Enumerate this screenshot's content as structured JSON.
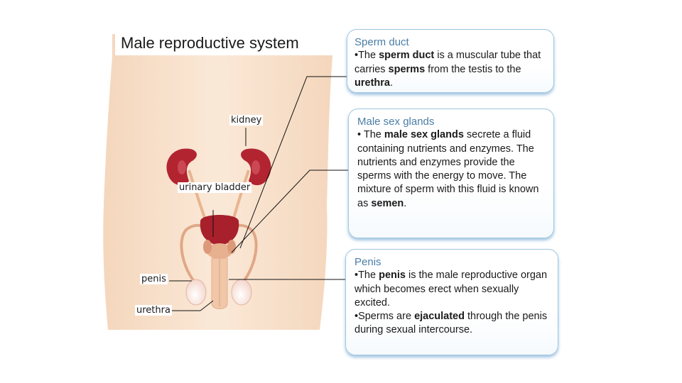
{
  "title": "Male reproductive system",
  "labels": {
    "kidney": "kidney",
    "urinary_bladder": "urinary bladder",
    "penis": "penis",
    "urethra": "urethra"
  },
  "cards": {
    "sperm_duct": {
      "title": "Sperm duct",
      "p1": {
        "a": "•The ",
        "b1": "sperm duct",
        "c": " is a muscular tube that carries ",
        "b2": "sperms",
        "d": " from the testis to the ",
        "b3": "urethra",
        "e": "."
      }
    },
    "glands": {
      "title": "Male sex glands",
      "p1": {
        "a": "• The ",
        "b1": "male sex glands",
        "c": " secrete a fluid containing nutrients and enzymes. The nutrients and enzymes provide the sperms with the energy to move. The mixture of sperm with this fluid is known as ",
        "b2": "semen",
        "d": "."
      }
    },
    "penis": {
      "title": "Penis",
      "p1": {
        "a": "•The ",
        "b1": "penis",
        "c": " is the male reproductive organ which becomes erect when sexually excited."
      },
      "p2": {
        "a": "•Sperms are ",
        "b1": "ejaculated",
        "c": " through the penis during sexual intercourse."
      }
    }
  },
  "colors": {
    "skin": "#f7dcc3",
    "kidney": "#b22430",
    "card_title": "#4a7ea6",
    "card_border": "#9ec7e2"
  }
}
